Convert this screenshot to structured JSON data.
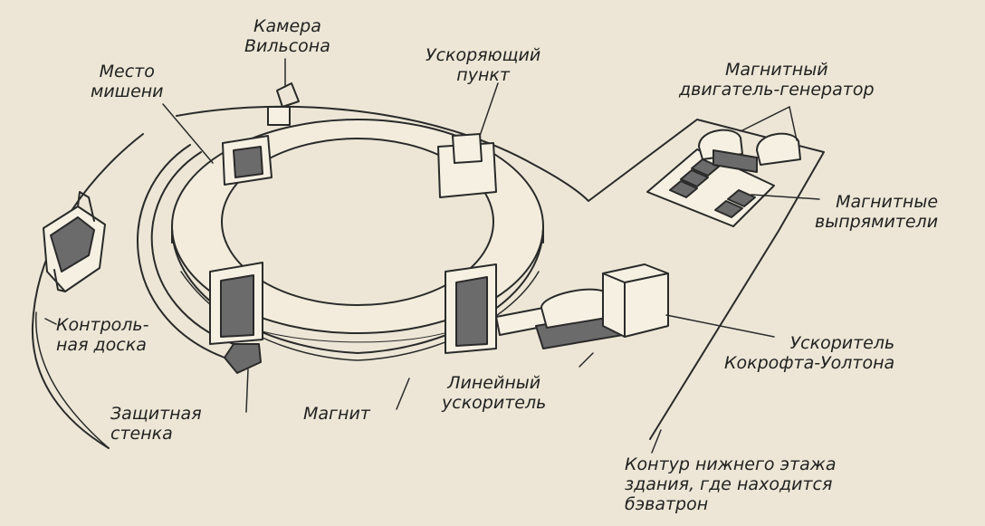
{
  "labels": {
    "camera": [
      "Камера",
      "Вильсона"
    ],
    "target": [
      "Место",
      "мишени"
    ],
    "accel": [
      "Ускоряющий",
      "пункт"
    ],
    "motor": [
      "Магнитный",
      "двигатель-генератор"
    ],
    "rectifiers": [
      "Магнитные",
      "выпрямители"
    ],
    "board": [
      "Контроль-",
      "ная доска"
    ],
    "cockcroft": [
      "Ускоритель",
      "Кокрофта-Уолтона"
    ],
    "linac": [
      "Линейный",
      "ускоритель"
    ],
    "wall": [
      "Защитная",
      "стенка"
    ],
    "magnet": [
      "Магнит"
    ],
    "outline": [
      "Контур нижнего этажа",
      "здания, где находится",
      "бэватрон"
    ]
  }
}
